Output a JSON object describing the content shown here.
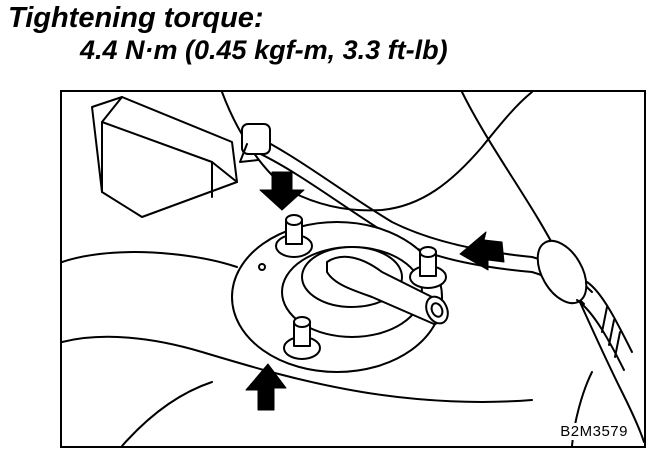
{
  "heading": {
    "title": "Tightening torque:",
    "spec": "4.4 N·m (0.45 kgf-m, 3.3 ft-lb)"
  },
  "figure": {
    "code": "B2M3579"
  },
  "colors": {
    "ink": "#000000",
    "paper": "#ffffff"
  }
}
